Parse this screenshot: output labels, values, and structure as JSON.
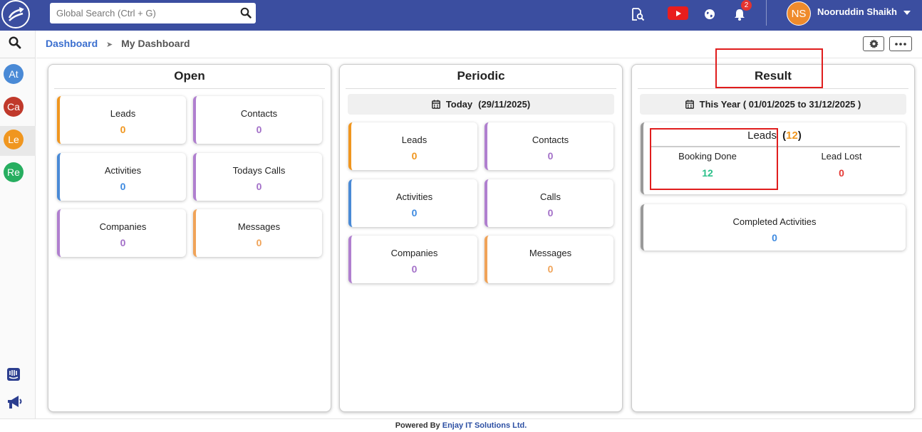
{
  "topbar": {
    "search_placeholder": "Global Search (Ctrl + G)",
    "notification_count": "2",
    "avatar_initials": "NS",
    "username": "Nooruddin Shaikh",
    "accent": "#3b4ea0"
  },
  "sidebar": {
    "items": [
      {
        "label": "At",
        "color": "#4a8ad6"
      },
      {
        "label": "Ca",
        "color": "#c0392b"
      },
      {
        "label": "Le",
        "color": "#f0961f"
      },
      {
        "label": "Re",
        "color": "#27ae60"
      }
    ]
  },
  "breadcrumb": {
    "root": "Dashboard",
    "current": "My Dashboard"
  },
  "panels": {
    "open": {
      "title": "Open",
      "cards": [
        {
          "label": "Leads",
          "value": "0"
        },
        {
          "label": "Contacts",
          "value": "0"
        },
        {
          "label": "Activities",
          "value": "0"
        },
        {
          "label": "Todays Calls",
          "value": "0"
        },
        {
          "label": "Companies",
          "value": "0"
        },
        {
          "label": "Messages",
          "value": "0"
        }
      ]
    },
    "periodic": {
      "title": "Periodic",
      "date_label": "Today",
      "date_value": "(29/11/2025)",
      "cards": [
        {
          "label": "Leads",
          "value": "0"
        },
        {
          "label": "Contacts",
          "value": "0"
        },
        {
          "label": "Activities",
          "value": "0"
        },
        {
          "label": "Calls",
          "value": "0"
        },
        {
          "label": "Companies",
          "value": "0"
        },
        {
          "label": "Messages",
          "value": "0"
        }
      ]
    },
    "result": {
      "title": "Result",
      "date_text": "This Year ( 01/01/2025 to 31/12/2025 )",
      "leads_label": "Leads",
      "leads_count": "(12)",
      "booking_label": "Booking Done",
      "booking_value": "12",
      "lost_label": "Lead Lost",
      "lost_value": "0",
      "completed_label": "Completed Activities",
      "completed_value": "0"
    }
  },
  "footer": {
    "prefix": "Powered By",
    "company": "Enjay IT Solutions Ltd."
  }
}
